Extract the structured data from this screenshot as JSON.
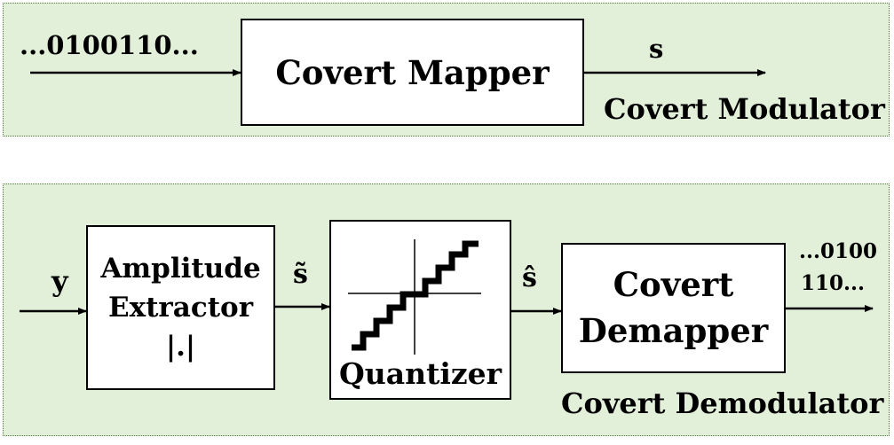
{
  "modulator": {
    "title": "Covert Modulator",
    "input_bits": "...0100110...",
    "mapper_label": "Covert Mapper",
    "output_symbol": "s"
  },
  "demodulator": {
    "title": "Covert Demodulator",
    "input_signal": "y",
    "amplitude_extractor": {
      "line1": "Amplitude",
      "line2": "Extractor",
      "line3": "|.|"
    },
    "s_tilde": "s̃",
    "quantizer_label": "Quantizer",
    "s_hat": "ŝ",
    "demapper": {
      "line1": "Covert",
      "line2": "Demapper"
    },
    "output_bits": {
      "line1": "...0100",
      "line2": "110..."
    }
  }
}
